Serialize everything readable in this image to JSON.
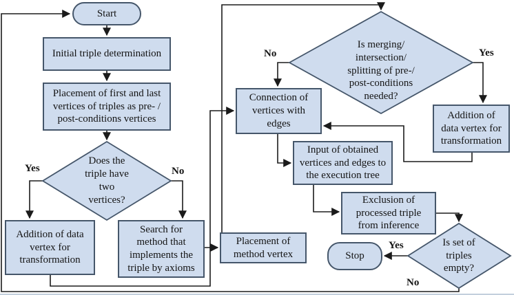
{
  "nodes": [
    {
      "id": "start",
      "type": "terminator",
      "label": "Start"
    },
    {
      "id": "initial-triple-determination",
      "type": "process",
      "label": "Initial triple determination"
    },
    {
      "id": "placement-pre-post-vertices",
      "type": "process",
      "label": "Placement of first and last\nvertices of triples as pre- /\npost-conditions vertices"
    },
    {
      "id": "does-triple-have-two-vertices",
      "type": "decision",
      "label": "Does the\ntriple have\ntwo\nvertices?"
    },
    {
      "id": "addition-data-vertex-left",
      "type": "process",
      "label": "Addition of data\nvertex for\ntransformation"
    },
    {
      "id": "search-method-axioms",
      "type": "process",
      "label": "Search for\nmethod that\nimplements the\ntriple by axioms"
    },
    {
      "id": "placement-method-vertex",
      "type": "process",
      "label": "Placement of\nmethod vertex"
    },
    {
      "id": "is-merging-needed",
      "type": "decision",
      "label": "Is merging/\nintersection/\nsplitting of pre-/\npost-conditions\nneeded?"
    },
    {
      "id": "connection-vertices-edges",
      "type": "process",
      "label": "Connection of\nvertices with\nedges"
    },
    {
      "id": "addition-data-vertex-right",
      "type": "process",
      "label": "Addition of\ndata vertex for\ntransformation"
    },
    {
      "id": "input-execution-tree",
      "type": "process",
      "label": "Input of obtained\nvertices and edges to\nthe execution tree"
    },
    {
      "id": "exclusion-processed-triple",
      "type": "process",
      "label": "Exclusion of\nprocessed triple\nfrom inference"
    },
    {
      "id": "stop",
      "type": "terminator",
      "label": "Stop"
    },
    {
      "id": "is-set-of-triples-empty",
      "type": "decision",
      "label": "Is set of\ntriples\nempty?"
    }
  ],
  "edge_labels": [
    {
      "id": "yes-two-vertices",
      "label": "Yes"
    },
    {
      "id": "no-two-vertices",
      "label": "No"
    },
    {
      "id": "no-merging-needed",
      "label": "No"
    },
    {
      "id": "yes-merging-needed",
      "label": "Yes"
    },
    {
      "id": "yes-set-empty",
      "label": "Yes"
    },
    {
      "id": "no-set-empty",
      "label": "No"
    }
  ],
  "colors": {
    "node_fill": "#cfdcee",
    "node_border": "#45566a",
    "line": "#1b1b1b",
    "text": "#141414"
  }
}
